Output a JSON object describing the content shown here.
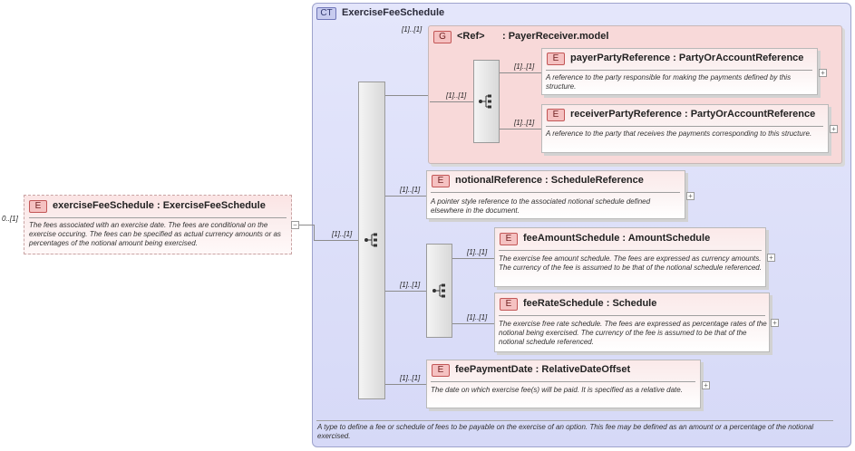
{
  "complex_type": {
    "badge": "CT",
    "name": "ExerciseFeeSchedule",
    "description": "A type to define a fee or schedule of fees to be payable on the exercise of an option. This fee may be defined as an amount or a percentage of the notional exercised."
  },
  "root": {
    "badge": "E",
    "name": "exerciseFeeSchedule",
    "type": "ExerciseFeeSchedule",
    "description": "The fees associated with an exercise date. The fees are conditional on the exercise occuring. The fees can be specified as actual currency amounts or as percentages of the notional amount being exercised.",
    "multiplicity": "0..[1]"
  },
  "main_sequence": {
    "multiplicity": "[1]..[1]"
  },
  "group": {
    "badge": "G",
    "ref": "<Ref>",
    "name": ": PayerReceiver.model",
    "multiplicity": "[1]..[1]",
    "sequence_multiplicity": "[1]..[1]",
    "elements": [
      {
        "badge": "E",
        "name": "payerPartyReference",
        "type": "PartyOrAccountReference",
        "description": "A reference to the party responsible for making the payments defined by this structure.",
        "multiplicity": "[1]..[1]"
      },
      {
        "badge": "E",
        "name": "receiverPartyReference",
        "type": "PartyOrAccountReference",
        "description": "A reference to the party that receives the payments corresponding to this structure.",
        "multiplicity": "[1]..[1]"
      }
    ]
  },
  "notional": {
    "badge": "E",
    "name": "notionalReference",
    "type": "ScheduleReference",
    "description": "A pointer style reference to the associated notional schedule defined elsewhere in the document.",
    "multiplicity": "[1]..[1]"
  },
  "choice": {
    "multiplicity": "[1]..[1]",
    "elements": [
      {
        "badge": "E",
        "name": "feeAmountSchedule",
        "type": "AmountSchedule",
        "description": "The exercise fee amount schedule. The fees are expressed as currency amounts. The currency of the fee is assumed to be that of the notional schedule referenced.",
        "multiplicity": "[1]..[1]"
      },
      {
        "badge": "E",
        "name": "feeRateSchedule",
        "type": "Schedule",
        "description": "The exercise free rate schedule. The fees are expressed as percentage rates of the notional being exercised. The currency of the fee is assumed to be that of the notional schedule referenced.",
        "multiplicity": "[1]..[1]"
      }
    ]
  },
  "payment_date": {
    "badge": "E",
    "name": "feePaymentDate",
    "type": "RelativeDateOffset",
    "description": "The date on which exercise fee(s) will be paid. It is specified as a relative date.",
    "multiplicity": "[1]..[1]"
  },
  "expand_symbol": "+",
  "collapse_symbol": "−"
}
